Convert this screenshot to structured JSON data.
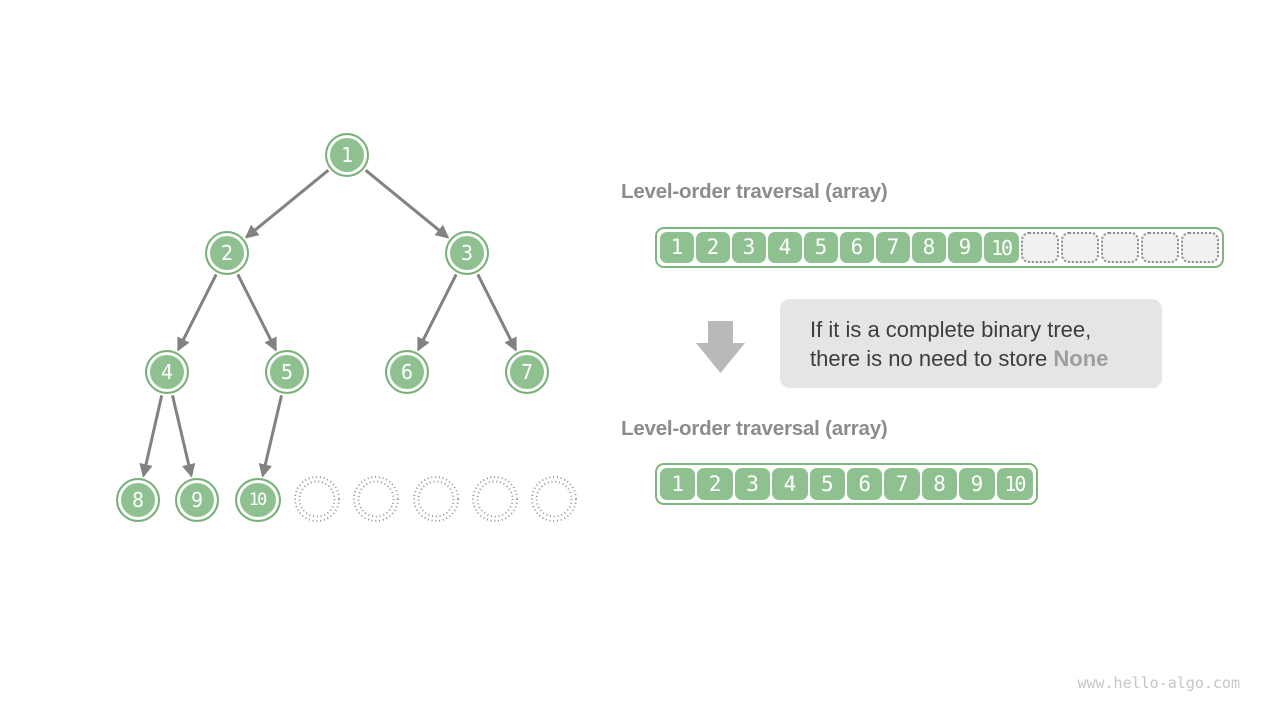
{
  "tree": {
    "nodes": [
      {
        "label": "1"
      },
      {
        "label": "2"
      },
      {
        "label": "3"
      },
      {
        "label": "4"
      },
      {
        "label": "5"
      },
      {
        "label": "6"
      },
      {
        "label": "7"
      },
      {
        "label": "8"
      },
      {
        "label": "9"
      },
      {
        "label": "10"
      }
    ],
    "empty_slot_count": 5
  },
  "top_section": {
    "heading": "Level-order traversal (array)",
    "cells": [
      "1",
      "2",
      "3",
      "4",
      "5",
      "6",
      "7",
      "8",
      "9",
      "10"
    ],
    "empty_cell_count": 5
  },
  "note": {
    "line1": "If it is a complete binary tree,",
    "line2_text": "there is no need to store ",
    "line2_keyword": "None"
  },
  "bottom_section": {
    "heading": "Level-order traversal (array)",
    "cells": [
      "1",
      "2",
      "3",
      "4",
      "5",
      "6",
      "7",
      "8",
      "9",
      "10"
    ]
  },
  "watermark": "www.hello-algo.com",
  "colors": {
    "node_green": "#8fc08f",
    "node_border_green": "#78b178",
    "array_border_green": "#7cb87c",
    "empty_cell_gray": "#f1f1f1",
    "heading_gray": "#8c8c8c",
    "note_background": "#e5e5e5",
    "note_text": "#3d3d3d",
    "note_keyword": "#9e9e9e",
    "arrow_gray": "#b9b9b9",
    "edge_gray": "#828282",
    "watermark_gray": "#c6c6c6"
  }
}
